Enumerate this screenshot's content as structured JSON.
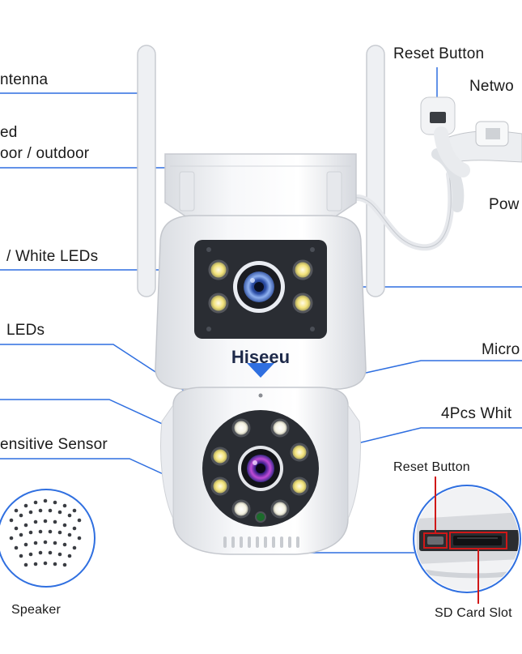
{
  "brand": {
    "logo_text": "Hiseeu",
    "shield_color": "#2f6fe0"
  },
  "labels": {
    "antenna": "ntenna",
    "waterproof_1": "ed",
    "waterproof_2": "oor / outdoor",
    "top_leds": "/ White LEDs",
    "bottom_leds": "LEDs",
    "light_sensor": "ensitive Sensor",
    "reset_top": "Reset Button",
    "network": "Netwo",
    "power": "Pow",
    "microphone": "Micro",
    "white_leds": "4Pcs Whit",
    "reset_slot": "Reset Button",
    "speaker": "Speaker",
    "sd_slot": "SD Card Slot"
  },
  "colors": {
    "line": "#2f6fe0",
    "highlight": "#d01818",
    "camera_body": "#f4f5f7",
    "lens_panel": "#2a2d33"
  }
}
